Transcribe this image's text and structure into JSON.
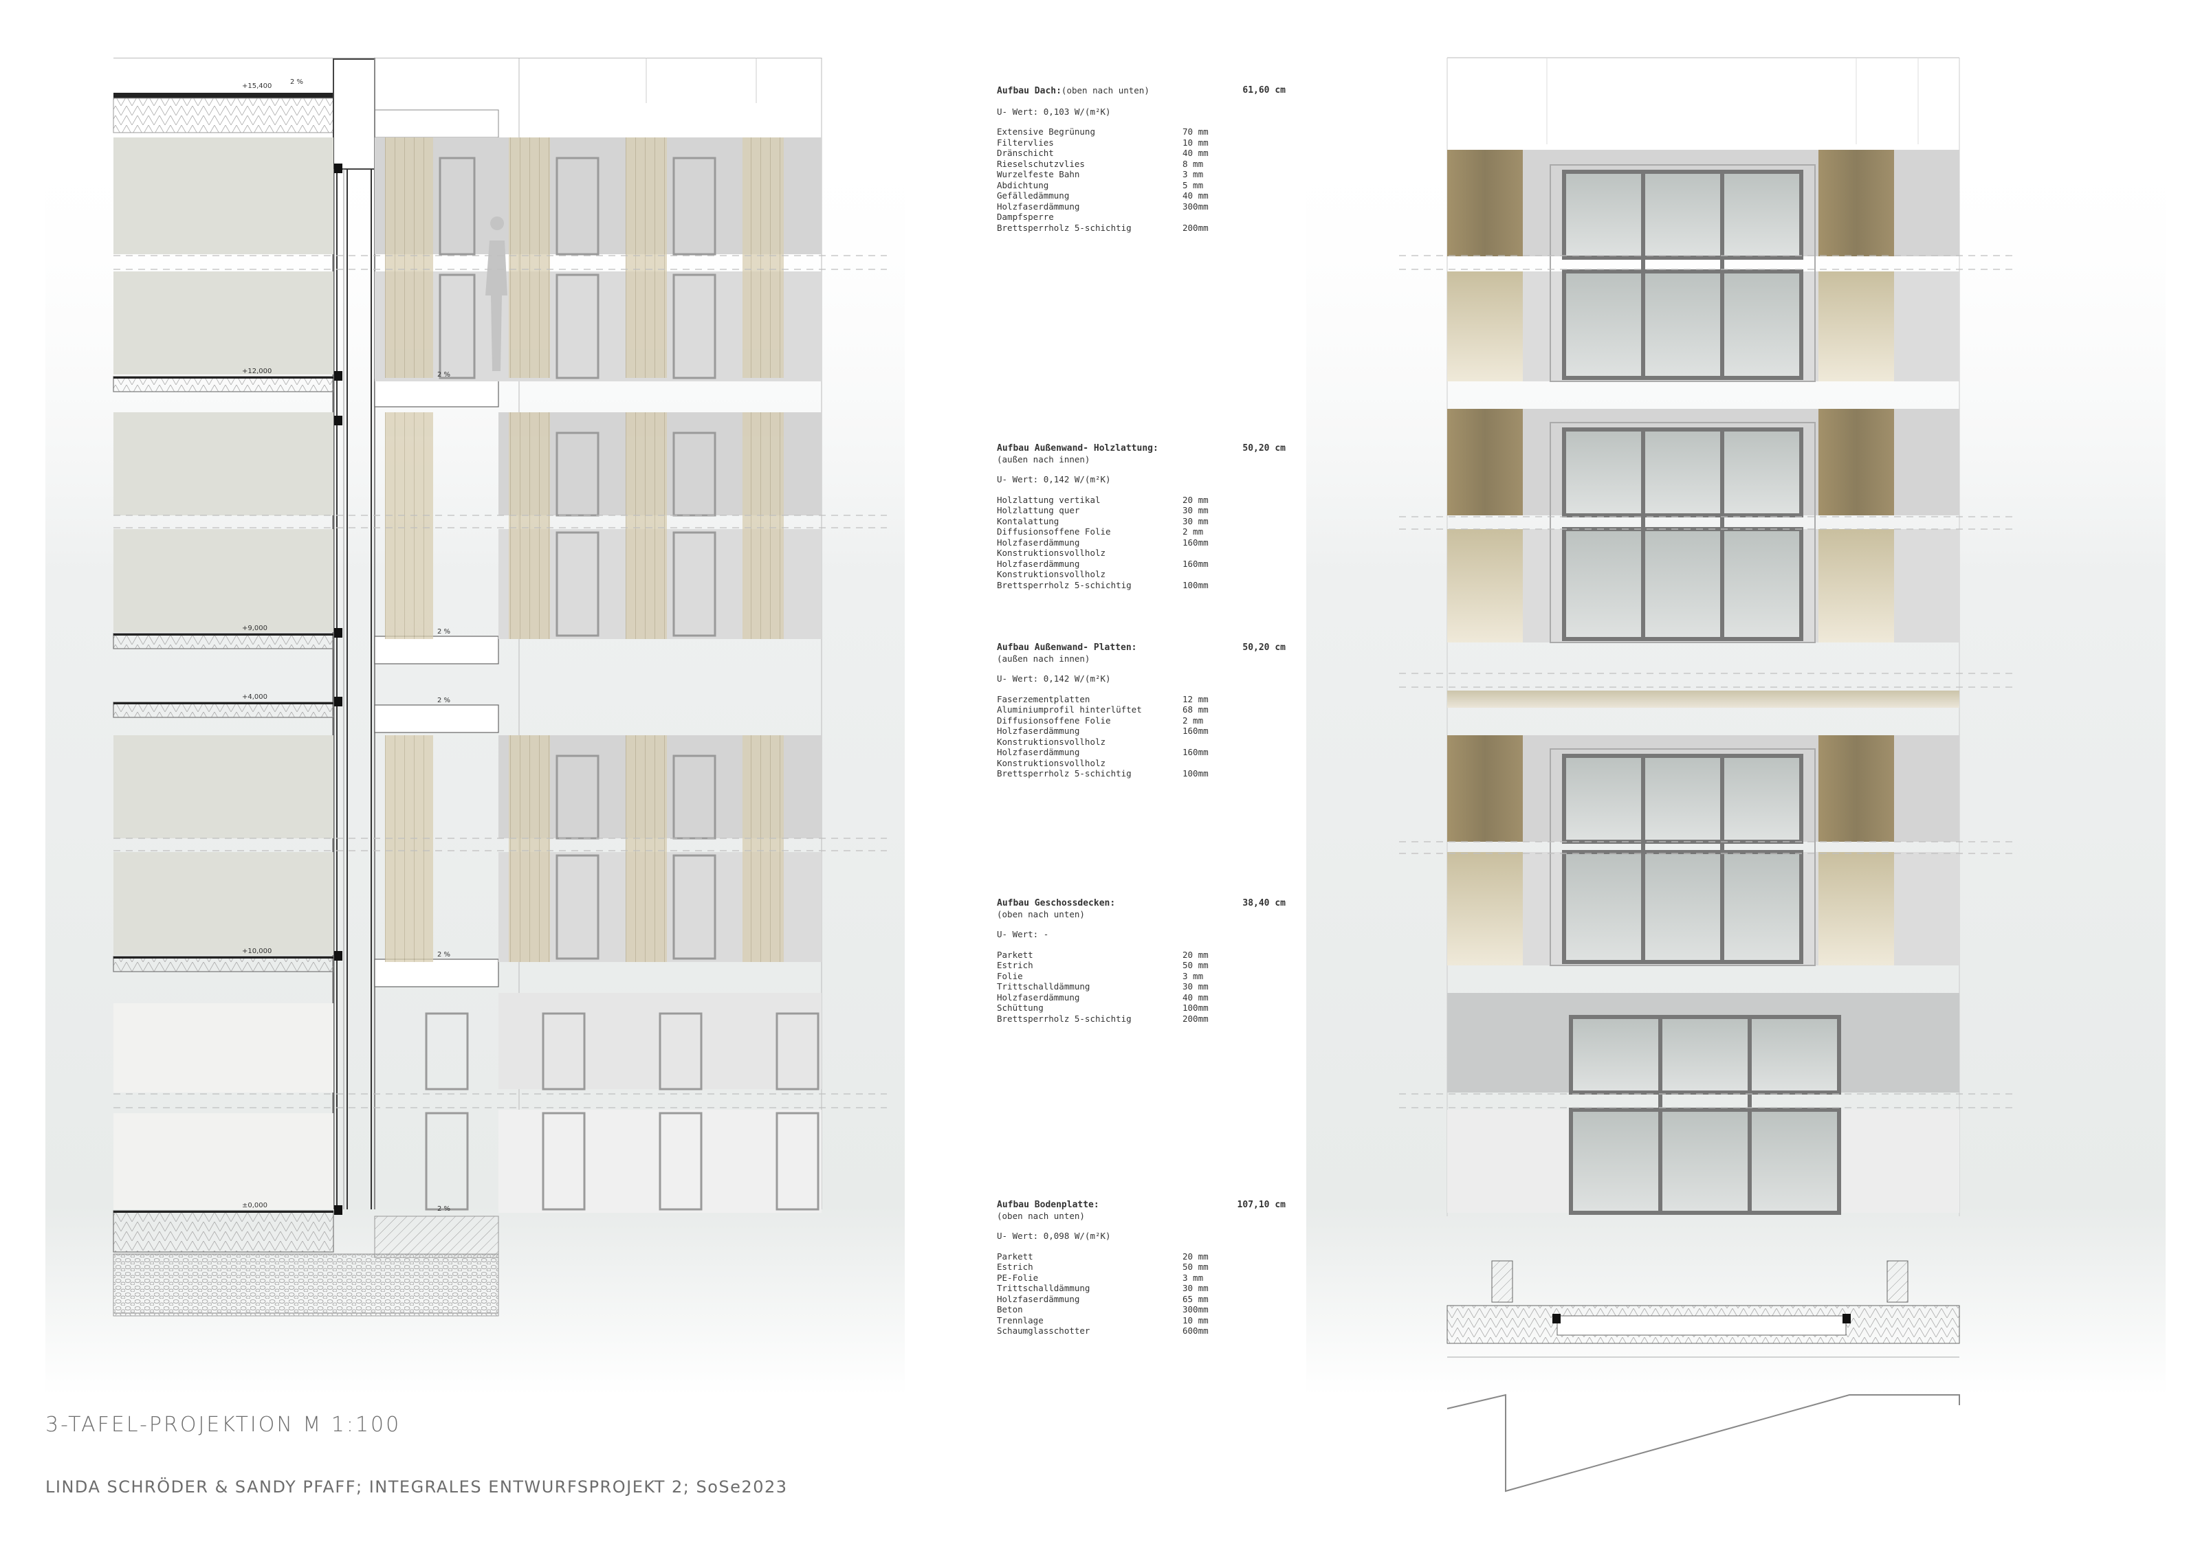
{
  "title": "3-TAFEL-PROJEKTION M 1:100",
  "credit": "LINDA SCHRÖDER & SANDY PFAFF; INTEGRALES ENTWURFSPROJEKT 2; SoSe2023",
  "section_levels": [
    "+15,400",
    "+12,000",
    "+9,000",
    "+4,000",
    "+10,000",
    "±0,000"
  ],
  "slope_label": "2 %",
  "colors": {
    "wood": "#8e7f5c",
    "wood_light": "#d9d0b8",
    "panel": "#d5d5d5",
    "frame": "#8a8a8a",
    "glass": "#b4bab8"
  },
  "specs": [
    {
      "title": "Aufbau Dach:",
      "subtitle": "(oben nach unten)",
      "total": "61,60 cm",
      "u_value": "U- Wert: 0,103 W/(m²K)",
      "layers": [
        {
          "name": "Extensive Begrünung",
          "value": "70 mm"
        },
        {
          "name": "Filtervlies",
          "value": "10 mm"
        },
        {
          "name": "Dränschicht",
          "value": "40 mm"
        },
        {
          "name": "Rieselschutzvlies",
          "value": "8  mm"
        },
        {
          "name": "Wurzelfeste Bahn",
          "value": "3  mm"
        },
        {
          "name": "Abdichtung",
          "value": "5  mm"
        },
        {
          "name": "Gefälledämmung",
          "value": "40 mm"
        },
        {
          "name": "Holzfaserdämmung",
          "value": "300mm"
        },
        {
          "name": "Dampfsperre",
          "value": ""
        },
        {
          "name": "Brettsperrholz 5-schichtig",
          "value": "200mm"
        }
      ]
    },
    {
      "title": "Aufbau Außenwand- Holzlattung:",
      "subtitle": "(außen nach innen)",
      "total": "50,20 cm",
      "u_value": "U- Wert: 0,142 W/(m²K)",
      "layers": [
        {
          "name": "Holzlattung vertikal",
          "value": "20 mm"
        },
        {
          "name": "Holzlattung quer",
          "value": "30 mm"
        },
        {
          "name": "Kontalattung",
          "value": "30 mm"
        },
        {
          "name": "Diffusionsoffene Folie",
          "value": "2  mm"
        },
        {
          "name": "Holzfaserdämmung",
          "value": "160mm"
        },
        {
          "name": "Konstruktionsvollholz",
          "value": ""
        },
        {
          "name": "Holzfaserdämmung",
          "value": "160mm"
        },
        {
          "name": "Konstruktionsvollholz",
          "value": ""
        },
        {
          "name": "Brettsperrholz 5-schichtig",
          "value": "100mm"
        }
      ]
    },
    {
      "title": "Aufbau Außenwand- Platten:",
      "subtitle": "(außen nach innen)",
      "total": "50,20 cm",
      "u_value": "U- Wert: 0,142 W/(m²K)",
      "layers": [
        {
          "name": "Faserzementplatten",
          "value": "12 mm"
        },
        {
          "name": "Aluminiumprofil hinterlüftet",
          "value": "68 mm"
        },
        {
          "name": "Diffusionsoffene Folie",
          "value": "2  mm"
        },
        {
          "name": "Holzfaserdämmung",
          "value": "160mm"
        },
        {
          "name": "Konstruktionsvollholz",
          "value": ""
        },
        {
          "name": "Holzfaserdämmung",
          "value": "160mm"
        },
        {
          "name": "Konstruktionsvollholz",
          "value": ""
        },
        {
          "name": "Brettsperrholz 5-schichtig",
          "value": "100mm"
        }
      ]
    },
    {
      "title": "Aufbau Geschossdecken:",
      "subtitle": "(oben nach unten)",
      "total": "38,40 cm",
      "u_value": "U- Wert: -",
      "layers": [
        {
          "name": "Parkett",
          "value": "20 mm"
        },
        {
          "name": "Estrich",
          "value": "50 mm"
        },
        {
          "name": "Folie",
          "value": "3  mm"
        },
        {
          "name": "Trittschalldämmung",
          "value": "30 mm"
        },
        {
          "name": "Holzfaserdämmung",
          "value": "40 mm"
        },
        {
          "name": "Schüttung",
          "value": "100mm"
        },
        {
          "name": "Brettsperrholz 5-schichtig",
          "value": "200mm"
        }
      ]
    },
    {
      "title": "Aufbau Bodenplatte:",
      "subtitle": "(oben nach unten)",
      "total": "107,10 cm",
      "u_value": "U- Wert: 0,098 W/(m²K)",
      "layers": [
        {
          "name": "Parkett",
          "value": "20 mm"
        },
        {
          "name": "Estrich",
          "value": "50 mm"
        },
        {
          "name": "PE-Folie",
          "value": "3  mm"
        },
        {
          "name": "Trittschalldämmung",
          "value": "30 mm"
        },
        {
          "name": "Holzfaserdämmung",
          "value": "65 mm"
        },
        {
          "name": "Beton",
          "value": "300mm"
        },
        {
          "name": "Trennlage",
          "value": "10 mm"
        },
        {
          "name": "Schaumglasschotter",
          "value": "600mm"
        }
      ]
    }
  ]
}
